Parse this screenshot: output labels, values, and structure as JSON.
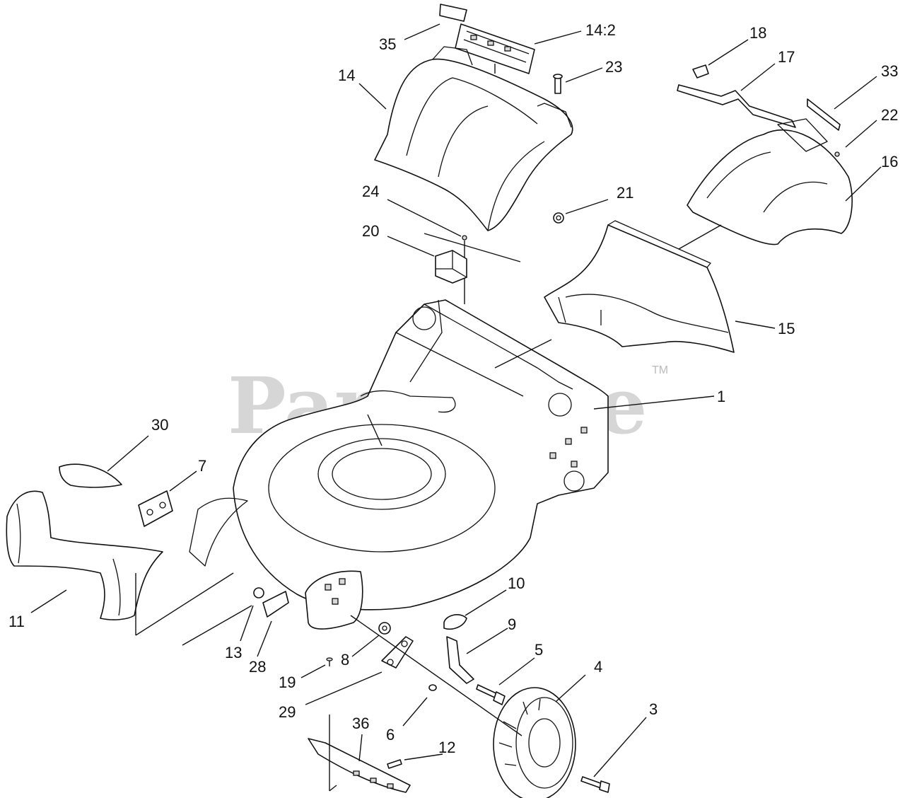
{
  "watermark": {
    "text": "PartsTree",
    "tm": "TM"
  },
  "callouts": [
    {
      "id": "p35",
      "text": "35"
    },
    {
      "id": "p14-2",
      "text": "14:2"
    },
    {
      "id": "p14",
      "text": "14"
    },
    {
      "id": "p23",
      "text": "23"
    },
    {
      "id": "p18",
      "text": "18"
    },
    {
      "id": "p17",
      "text": "17"
    },
    {
      "id": "p33",
      "text": "33"
    },
    {
      "id": "p22",
      "text": "22"
    },
    {
      "id": "p16",
      "text": "16"
    },
    {
      "id": "p24",
      "text": "24"
    },
    {
      "id": "p21",
      "text": "21"
    },
    {
      "id": "p20",
      "text": "20"
    },
    {
      "id": "p15",
      "text": "15"
    },
    {
      "id": "p1",
      "text": "1"
    },
    {
      "id": "p30",
      "text": "30"
    },
    {
      "id": "p7",
      "text": "7"
    },
    {
      "id": "p10",
      "text": "10"
    },
    {
      "id": "p9",
      "text": "9"
    },
    {
      "id": "p11",
      "text": "11"
    },
    {
      "id": "p13",
      "text": "13"
    },
    {
      "id": "p28",
      "text": "28"
    },
    {
      "id": "p8",
      "text": "8"
    },
    {
      "id": "p5",
      "text": "5"
    },
    {
      "id": "p4",
      "text": "4"
    },
    {
      "id": "p19",
      "text": "19"
    },
    {
      "id": "p29",
      "text": "29"
    },
    {
      "id": "p3",
      "text": "3"
    },
    {
      "id": "p6",
      "text": "6"
    },
    {
      "id": "p36",
      "text": "36"
    },
    {
      "id": "p12",
      "text": "12"
    }
  ]
}
